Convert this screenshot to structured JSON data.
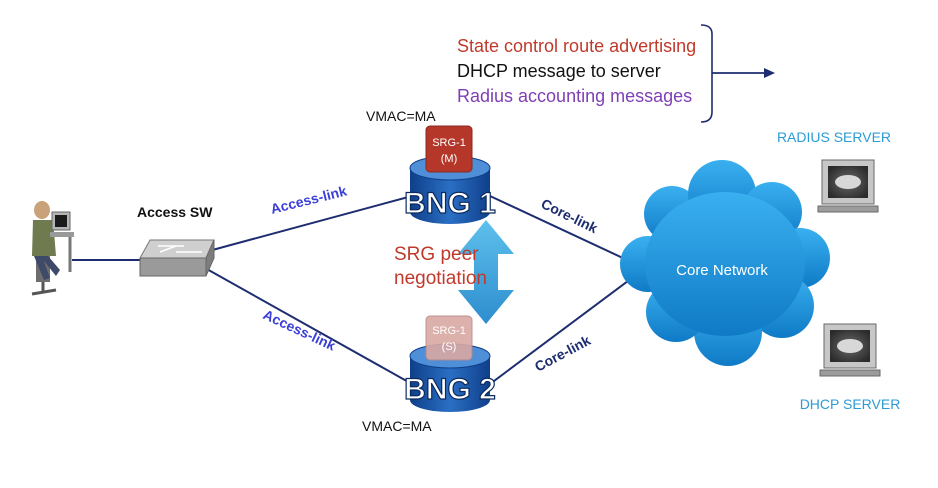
{
  "messages": {
    "line1": "State control route advertising",
    "line2": "DHCP message to server",
    "line3": "Radius accounting messages"
  },
  "vmac_top": "VMAC=MA",
  "vmac_bottom": "VMAC=MA",
  "access_sw": "Access SW",
  "access_link_top": "Access-link",
  "access_link_bottom": "Access-link",
  "core_link_top": "Core-link",
  "core_link_bottom": "Core-link",
  "bng1": {
    "name": "BNG 1",
    "srg_line1": "SRG-1",
    "srg_line2": "(M)"
  },
  "bng2": {
    "name": "BNG 2",
    "srg_line1": "SRG-1",
    "srg_line2": "(S)"
  },
  "srg_negotiation": {
    "line1": "SRG peer",
    "line2": "negotiation"
  },
  "core_network": "Core Network",
  "radius_server": "RADIUS SERVER",
  "dhcp_server": "DHCP SERVER",
  "colors": {
    "red": "#c0392b",
    "purple": "#7e3fb5",
    "link_blue": "#3a3fd6",
    "line_navy": "#1d2d70",
    "cloud_blue": "#1a8fd6",
    "server_label": "#2c9bd6",
    "arrow_blue": "#3aa0d8"
  }
}
